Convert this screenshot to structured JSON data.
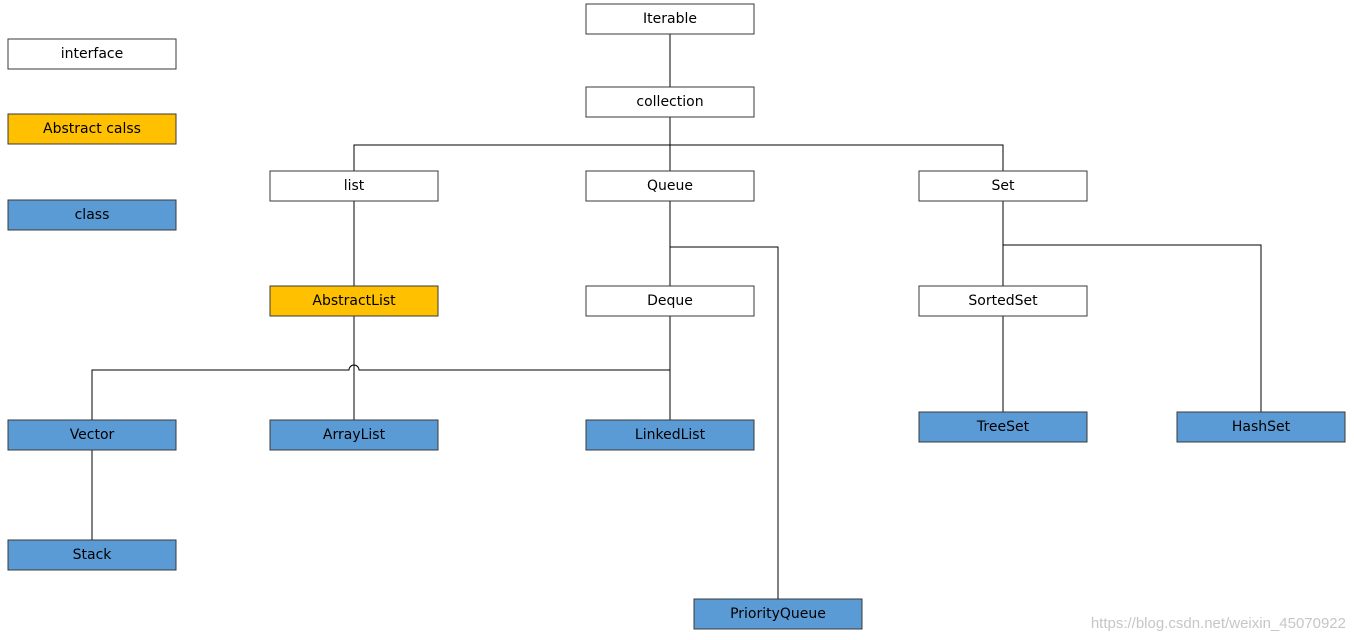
{
  "colors": {
    "interface": "#ffffff",
    "abstract": "#ffc000",
    "class": "#5b9bd5",
    "border": "#3a3a3a",
    "line": "#000000"
  },
  "legend": {
    "interface": "interface",
    "abstract": "Abstract calss",
    "class": "class"
  },
  "nodes": {
    "iterable": "Iterable",
    "collection": "collection",
    "list": "list",
    "queue": "Queue",
    "set": "Set",
    "abstractlist": "AbstractList",
    "deque": "Deque",
    "sortedset": "SortedSet",
    "vector": "Vector",
    "arraylist": "ArrayList",
    "linkedlist": "LinkedList",
    "treeset": "TreeSet",
    "hashset": "HashSet",
    "stack": "Stack",
    "priorityqueue": "PriorityQueue"
  },
  "watermark": "https://blog.csdn.net/weixin_45070922"
}
